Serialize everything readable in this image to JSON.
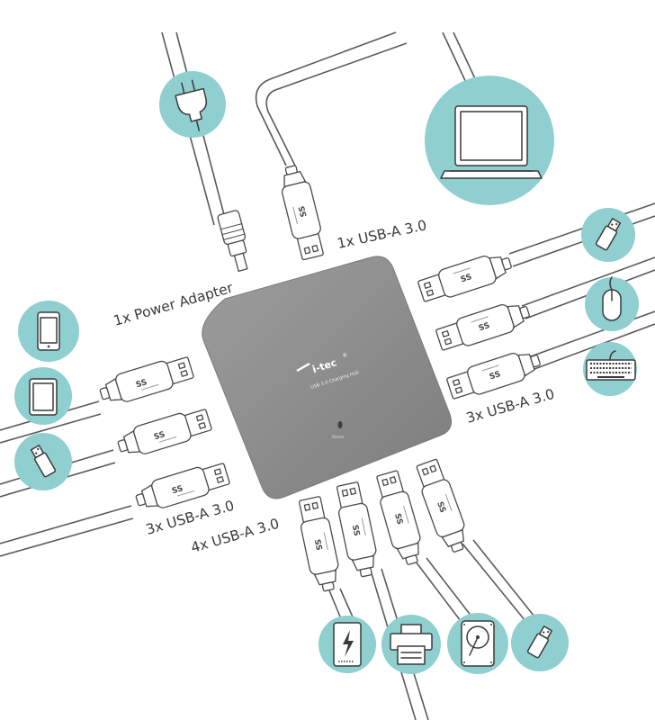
{
  "hub": {
    "logo_text": "i-tec",
    "logo_mark": "®",
    "model_text": "USB 3.0 Charging Hub",
    "led_caption": "Power"
  },
  "labels": {
    "power_adapter": "1x Power Adapter",
    "top_usb": "1x USB-A 3.0",
    "right_usb": "3x USB-A 3.0",
    "left_usb": "3x USB-A 3.0",
    "bottom_usb": "4x USB-A 3.0"
  },
  "plug_marking": "SS",
  "devices": {
    "top": [
      "power-plug-icon",
      "laptop-icon"
    ],
    "right": [
      "usb-flash-drive-icon",
      "mouse-icon",
      "keyboard-icon"
    ],
    "left": [
      "smartphone-icon",
      "tablet-icon",
      "usb-flash-drive-icon"
    ],
    "bottom": [
      "power-bank-icon",
      "printer-icon",
      "hard-drive-icon",
      "usb-flash-drive-icon"
    ]
  },
  "colors": {
    "circle": "#8fcfd0",
    "hub": "#8c8c8c",
    "cable": "#5a5a5a"
  }
}
